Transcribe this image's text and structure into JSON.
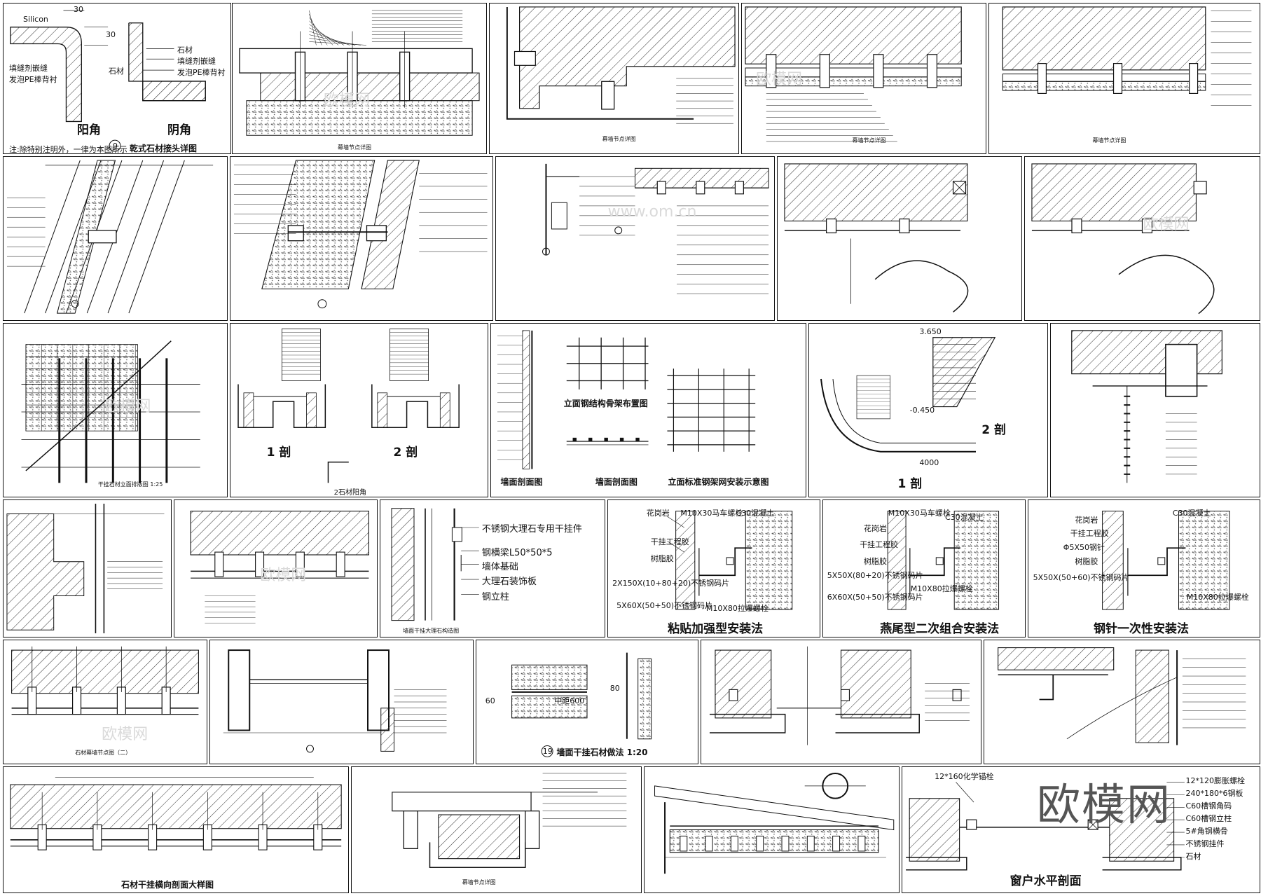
{
  "brand_watermark": "欧模网",
  "panels": {
    "p1": {
      "silicon": "Silicon",
      "dim30a": "30",
      "dim30b": "30",
      "left_note": "填缝剂嵌缝\n发泡PE棒背衬",
      "stone_label": "石材",
      "right_note": "石材\n填缝剂嵌缝\n发泡PE棒背衬",
      "yang": "阳角",
      "yin": "阴角",
      "note": "注:除特别注明外，一律为本图所示",
      "num": "9",
      "title": "乾式石材接头详图"
    },
    "p2": {
      "title": "幕墙节点详图"
    },
    "p3": {
      "title": "幕墙节点详图"
    },
    "p4": {
      "title": "幕墙节点详图"
    },
    "p5": {
      "title": "幕墙节点详图"
    },
    "p12": {
      "title": "干挂石材立面排版图 1:25"
    },
    "p13": {
      "sec1": "1 剖",
      "sec2": "2 剖",
      "corner": "2石材阳角"
    },
    "p14": {
      "left": "墙面剖面图",
      "mid_top": "立面钢结构骨架布置图",
      "mid_bot": "墙面剖面图",
      "right": "立面标准钢架网安装示意图"
    },
    "p15": {
      "sec1": "1 剖",
      "sec2": "2 剖",
      "lvl1": "3.650",
      "lvl2": "-0.450",
      "dim": "4000"
    },
    "p18": {
      "items": [
        "不锈钢大理石专用干挂件",
        "钢横梁L50*50*5",
        "墙体基础",
        "大理石装饰板",
        "钢立柱"
      ],
      "title": "墙面干挂大理石构造图"
    },
    "p19": {
      "flower": "花岗岩",
      "bolt": "M10X30马车螺栓",
      "concrete": "C30混凝土",
      "glue": "干挂工程胶",
      "resin": "树脂胶",
      "plate1": "2X150X(10+80+20)不锈钢码片",
      "plate2": "5X60X(50+50)不锈钢码片",
      "anchor": "M10X80拉爆螺栓",
      "title": "粘贴加强型安装法"
    },
    "p20": {
      "bolt": "M10X30马车螺栓",
      "concrete": "C30混凝土",
      "flower": "花岗岩",
      "glue": "干挂工程胶",
      "resin": "树脂胶",
      "plate1": "5X50X(80+20)不锈钢码片",
      "plate2": "6X60X(50+50)不锈钢码片",
      "anchor": "M10X80拉爆螺栓",
      "title": "燕尾型二次组合安装法"
    },
    "p21": {
      "flower": "花岗岩",
      "concrete": "C30混凝土",
      "glue": "干挂工程胶",
      "pin": "Φ5X50钢针",
      "resin": "树脂胶",
      "plate": "5X50X(50+60)不锈钢码片",
      "anchor": "M10X80拉爆螺栓",
      "title": "钢针一次性安装法"
    },
    "p22": {
      "title": "石材幕墙节点图（二）"
    },
    "p24": {
      "num": "19",
      "title": "墙面干挂石材做法 1:20",
      "dim1": "60",
      "dim2": "80",
      "spacing": "中距600"
    },
    "p27": {
      "title": "石材干挂横向剖面大样图"
    },
    "p28": {
      "title": "幕墙节点详图"
    },
    "p30": {
      "title": "窗户水平剖面",
      "bolt": "12*160化学锚栓",
      "r1": "12*120膨胀螺栓",
      "r2": "240*180*6钢板",
      "r3": "C60槽钢角码",
      "r4": "C60槽钢立柱",
      "r5": "5#角钢横骨",
      "r6": "不锈钢挂件",
      "r7": "石材"
    }
  },
  "watermarks": [
    "欧模网",
    "www.om.cn"
  ]
}
